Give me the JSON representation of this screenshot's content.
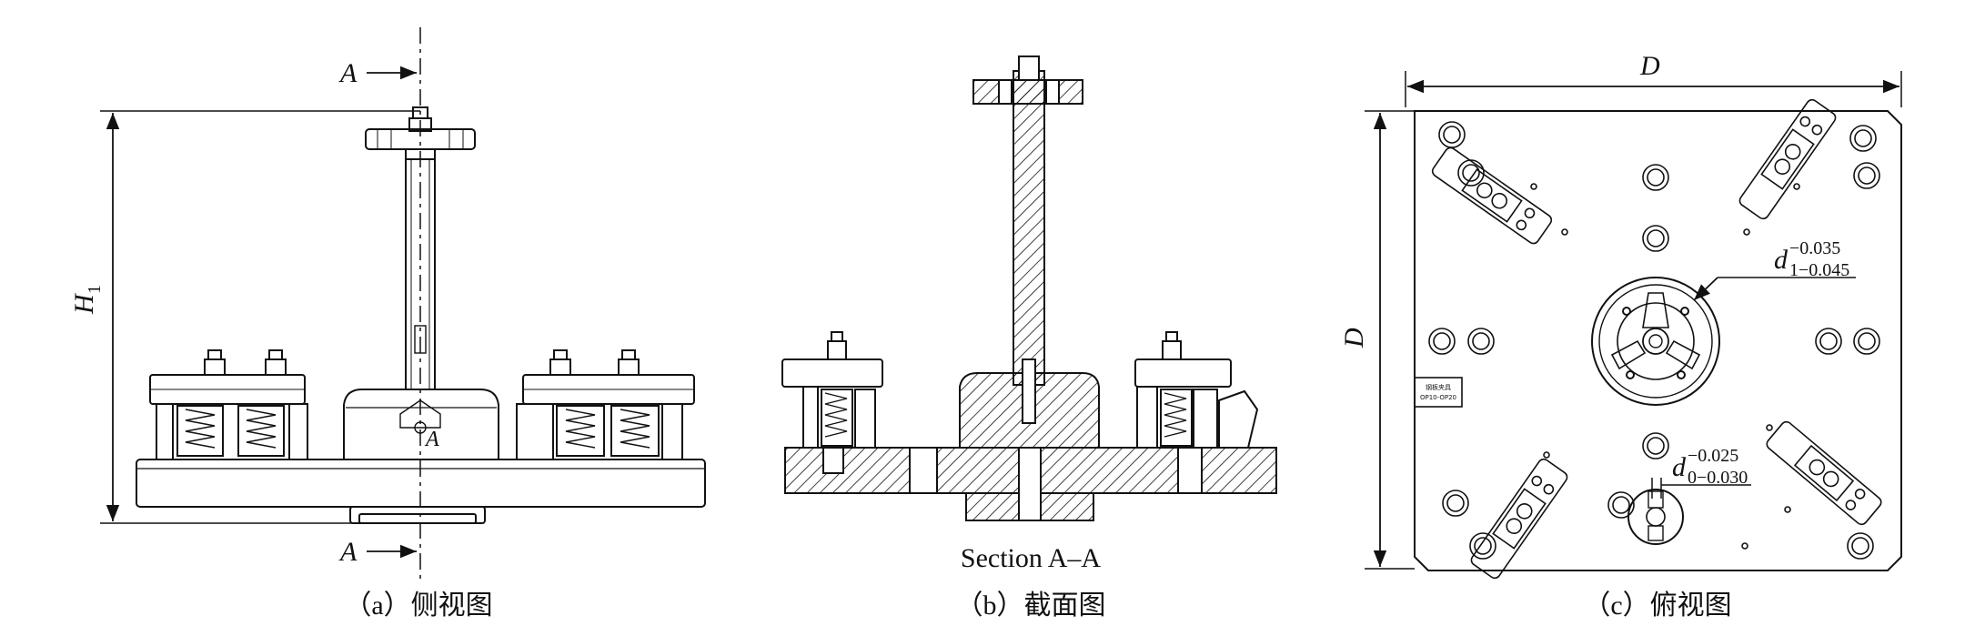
{
  "panels": [
    {
      "id": "a",
      "caption": "（a）侧视图"
    },
    {
      "id": "b",
      "caption": "（b）截面图"
    },
    {
      "id": "c",
      "caption": "（c）俯视图"
    }
  ],
  "labels": {
    "section_top": "A",
    "section_bottom": "A",
    "section_mid": "A",
    "height": "H",
    "height_sub": "1",
    "section_title": "Section A–A",
    "width_top": "D",
    "width_left": "D",
    "d1_base": "d",
    "d1_sub": "1−0.045",
    "d1_sup": "−0.035",
    "d0_base": "d",
    "d0_sub": "0−0.030",
    "d0_sup": "−0.025",
    "plate_text_1": "钢板夹具",
    "plate_text_2": "OP10-OP20"
  },
  "colors": {
    "line": "#111111",
    "paper": "#ffffff"
  }
}
